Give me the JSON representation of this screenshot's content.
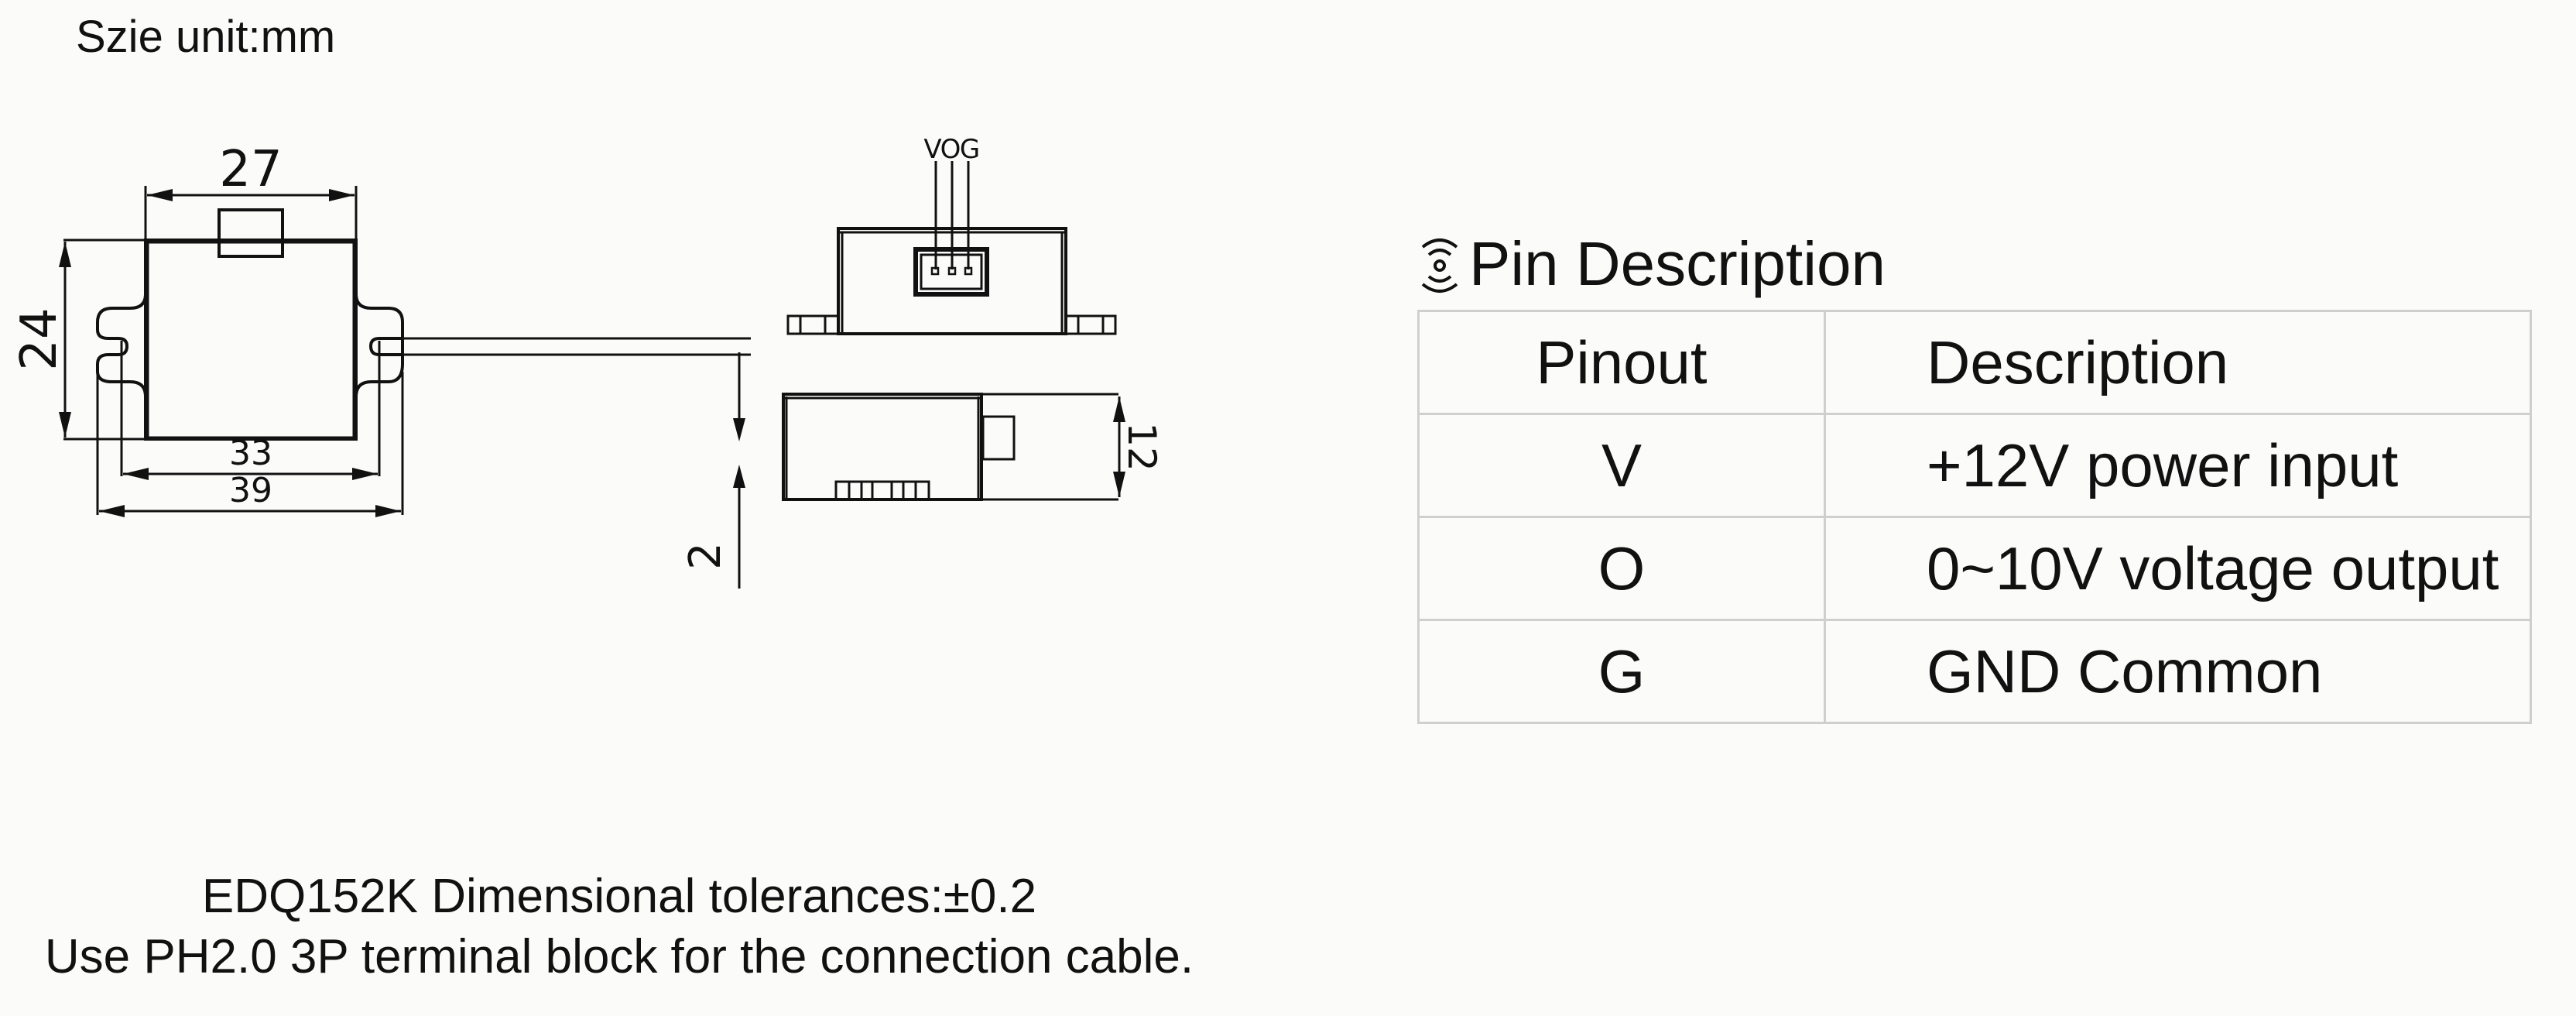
{
  "header": {
    "size_unit_label": "Szie unit:mm"
  },
  "drawing": {
    "top_view": {
      "dim_body_width": "27",
      "dim_body_height": "24",
      "dim_hole_spacing": "33",
      "dim_overall_width": "39"
    },
    "front_view": {
      "pin_labels": [
        "V",
        "O",
        "G"
      ],
      "dim_slot_width": "2"
    },
    "side_view": {
      "dim_height": "12"
    }
  },
  "pin_description": {
    "title": "Pin Description",
    "icon": "wireless-signal-icon",
    "columns": [
      "Pinout",
      "Description"
    ],
    "rows": [
      {
        "pin": "V",
        "description": "+12V power input"
      },
      {
        "pin": "O",
        "description": "0~10V voltage output"
      },
      {
        "pin": "G",
        "description": "GND Common"
      }
    ]
  },
  "footer": {
    "tolerance_note": "EDQ152K Dimensional tolerances:±0.2",
    "connector_note": "Use PH2.0 3P terminal block for the connection cable."
  }
}
